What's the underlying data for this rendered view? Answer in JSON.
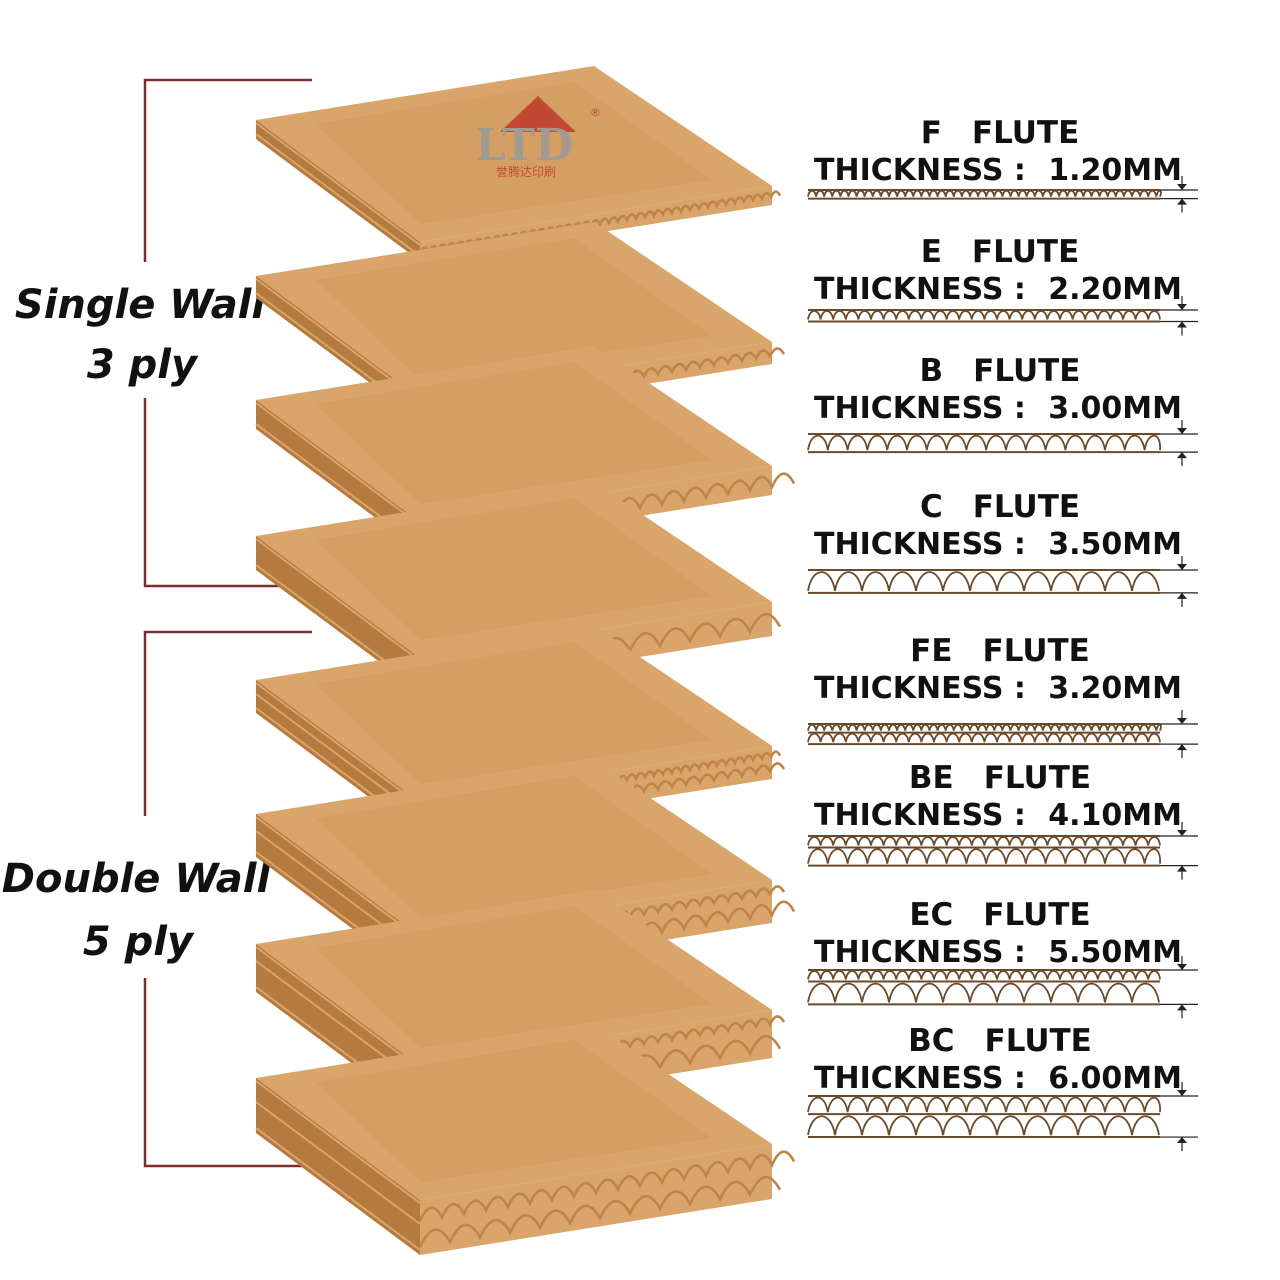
{
  "logo": {
    "text": "LTD",
    "subtitle": "誉腾达印刷",
    "registered": "®"
  },
  "groups": [
    {
      "line1": "Single Wall",
      "line2": "3 ply",
      "color": "#7a2e2e"
    },
    {
      "line1": "Double Wall",
      "line2": "5 ply",
      "color": "#7a2e2e"
    }
  ],
  "flutes": [
    {
      "name": "F",
      "label": "FLUTE",
      "thickness_label": "THICKNESS :",
      "thickness": "1.20MM",
      "layers": [
        "F"
      ]
    },
    {
      "name": "E",
      "label": "FLUTE",
      "thickness_label": "THICKNESS :",
      "thickness": "2.20MM",
      "layers": [
        "E"
      ]
    },
    {
      "name": "B",
      "label": "FLUTE",
      "thickness_label": "THICKNESS :",
      "thickness": "3.00MM",
      "layers": [
        "B"
      ]
    },
    {
      "name": "C",
      "label": "FLUTE",
      "thickness_label": "THICKNESS :",
      "thickness": "3.50MM",
      "layers": [
        "C"
      ]
    },
    {
      "name": "FE",
      "label": "FLUTE",
      "thickness_label": "THICKNESS :",
      "thickness": "3.20MM",
      "layers": [
        "F",
        "E"
      ]
    },
    {
      "name": "BE",
      "label": "FLUTE",
      "thickness_label": "THICKNESS :",
      "thickness": "4.10MM",
      "layers": [
        "E",
        "B"
      ]
    },
    {
      "name": "EC",
      "label": "FLUTE",
      "thickness_label": "THICKNESS :",
      "thickness": "5.50MM",
      "layers": [
        "E",
        "C"
      ]
    },
    {
      "name": "BC",
      "label": "FLUTE",
      "thickness_label": "THICKNESS :",
      "thickness": "6.00MM",
      "layers": [
        "B",
        "C"
      ]
    }
  ],
  "colors": {
    "board_top": "#d9a56a",
    "board_shade": "#cf9a5c",
    "board_edge": "#b57a3e",
    "fluting": "#c08448",
    "profile_line": "#6b4a2b",
    "bracket": "#7a2e2e",
    "logo_brand": "#c0392b",
    "logo_grey": "#9a9a9a"
  }
}
